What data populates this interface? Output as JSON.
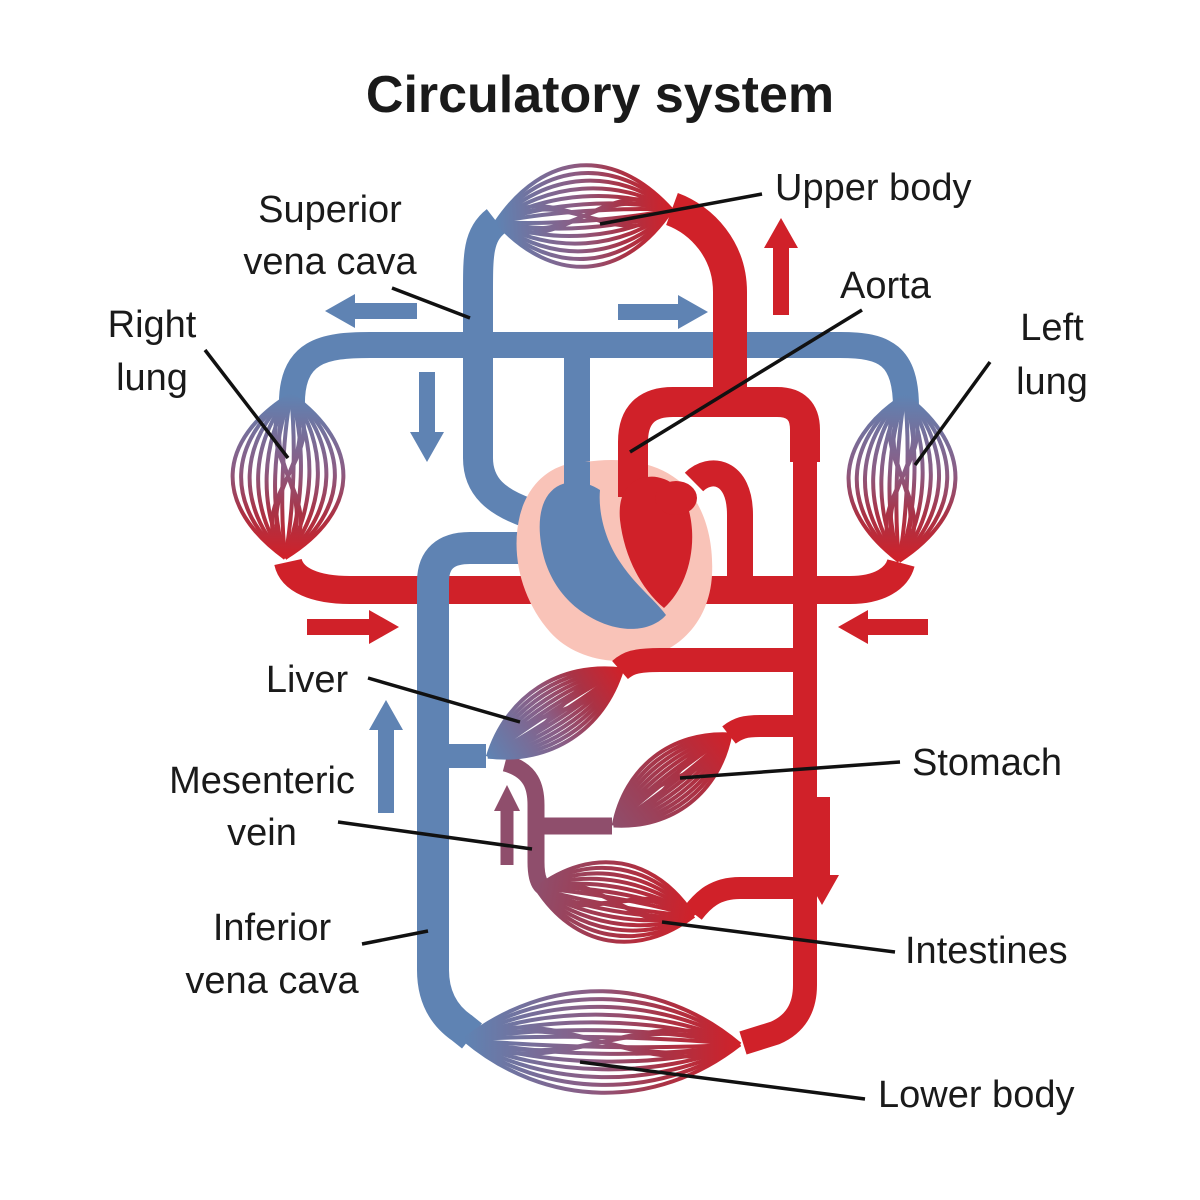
{
  "title": "Circulatory system",
  "palette": {
    "background": "#ffffff",
    "artery_red": "#d02129",
    "vein_blue": "#5f83b3",
    "portal_purple": "#8f4e6c",
    "capillary_mid": "#8a5d85",
    "capillary_dark": "#a93346",
    "heart_pink": "#f9c3b8",
    "label_text": "#1a1a1a",
    "pointer_line": "#111111"
  },
  "labels": {
    "upper_body": {
      "lines": [
        "Upper body"
      ]
    },
    "superior_vena_cava": {
      "lines": [
        "Superior",
        "vena cava"
      ]
    },
    "right_lung": {
      "lines": [
        "Right",
        "lung"
      ]
    },
    "aorta": {
      "lines": [
        "Aorta"
      ]
    },
    "left_lung": {
      "lines": [
        "Left",
        "lung"
      ]
    },
    "liver": {
      "lines": [
        "Liver"
      ]
    },
    "mesenteric_vein": {
      "lines": [
        "Mesenteric",
        "vein"
      ]
    },
    "inferior_vena_cava": {
      "lines": [
        "Inferior",
        "vena cava"
      ]
    },
    "stomach": {
      "lines": [
        "Stomach"
      ]
    },
    "intestines": {
      "lines": [
        "Intestines"
      ]
    },
    "lower_body": {
      "lines": [
        "Lower body"
      ]
    }
  }
}
